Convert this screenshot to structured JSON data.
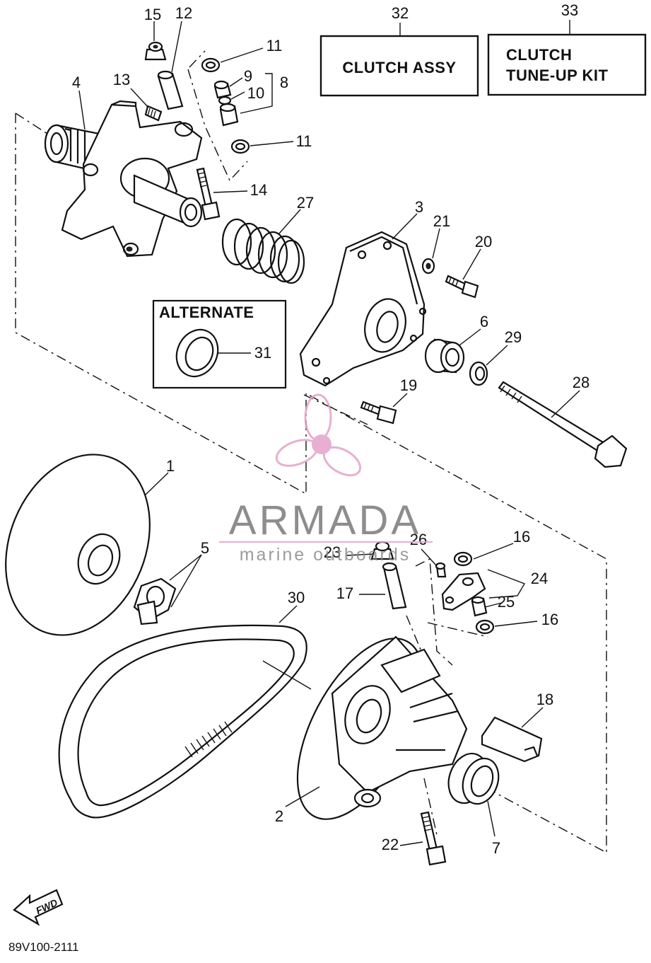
{
  "boxes": {
    "clutch_assy": "CLUTCH ASSY",
    "tune_up_line1": "CLUTCH",
    "tune_up_line2": "TUNE-UP KIT",
    "alternate": "ALTERNATE"
  },
  "callouts": {
    "c1": "1",
    "c2": "2",
    "c3": "3",
    "c4": "4",
    "c5": "5",
    "c6": "6",
    "c7": "7",
    "c8": "8",
    "c9": "9",
    "c10": "10",
    "c11a": "11",
    "c11b": "11",
    "c12": "12",
    "c13": "13",
    "c14": "14",
    "c15": "15",
    "c16a": "16",
    "c16b": "16",
    "c17": "17",
    "c18": "18",
    "c19": "19",
    "c20": "20",
    "c21": "21",
    "c22": "22",
    "c23": "23",
    "c24": "24",
    "c25": "25",
    "c26": "26",
    "c27": "27",
    "c28": "28",
    "c29": "29",
    "c30": "30",
    "c31": "31",
    "c32": "32",
    "c33": "33"
  },
  "fwd_label": "FWD",
  "diagram_code": "89V100-2111",
  "watermark": {
    "brand": "ARMADA",
    "tagline": "marine outboards",
    "brand_color": "#e3a3c8"
  }
}
